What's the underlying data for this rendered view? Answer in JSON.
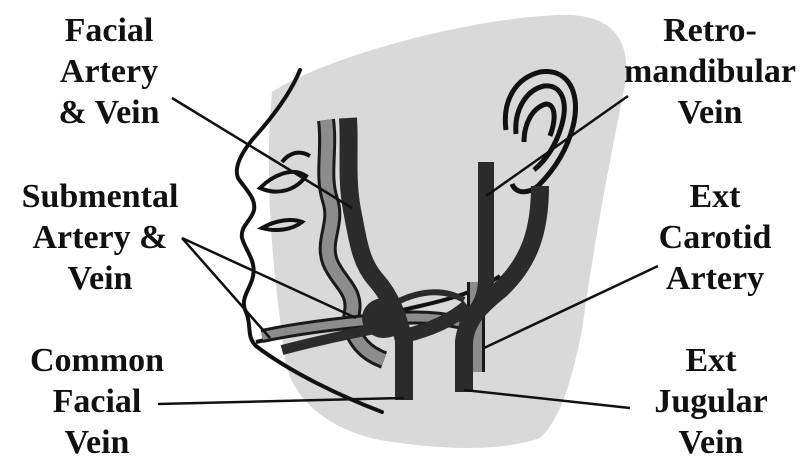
{
  "labels": {
    "facial": [
      "Facial",
      "Artery",
      "& Vein"
    ],
    "submental": [
      "Submental",
      "Artery &",
      "Vein"
    ],
    "common_facial": [
      "Common",
      "Facial",
      "Vein"
    ],
    "retromandibular": [
      "Retro-",
      "mandibular",
      "Vein"
    ],
    "ext_carotid": [
      "Ext",
      "Carotid",
      "Artery"
    ],
    "ext_jugular": [
      "Ext",
      "Jugular",
      "Vein"
    ]
  },
  "colors": {
    "background": "#ffffff",
    "head_shade": "#d9d9d9",
    "vein": "#2b2b2b",
    "artery": "#8c8c8c",
    "artery_edge": "#1a1a1a",
    "text": "#111111"
  }
}
